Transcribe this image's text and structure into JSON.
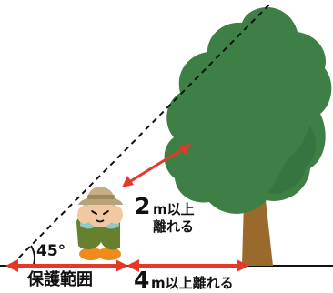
{
  "diagram": {
    "angle_label": "45°",
    "tree_distance": {
      "number": "2",
      "unit_text": "m以上",
      "line2": "離れる"
    },
    "protect_range": {
      "label": "保護範囲"
    },
    "trunk_distance": {
      "number": "4",
      "text": "m以上離れる"
    }
  },
  "colors": {
    "arrow": "#e53828",
    "tree_green": "#3d7f45",
    "tree_dark": "#2f6b38",
    "trunk": "#9a6a2c",
    "hat": "#b8a27a",
    "shirt": "#8ec9c7",
    "pants": "#67802e",
    "shoes": "#f08a1c",
    "ground": "#111111",
    "dashed_line": "#111111"
  }
}
